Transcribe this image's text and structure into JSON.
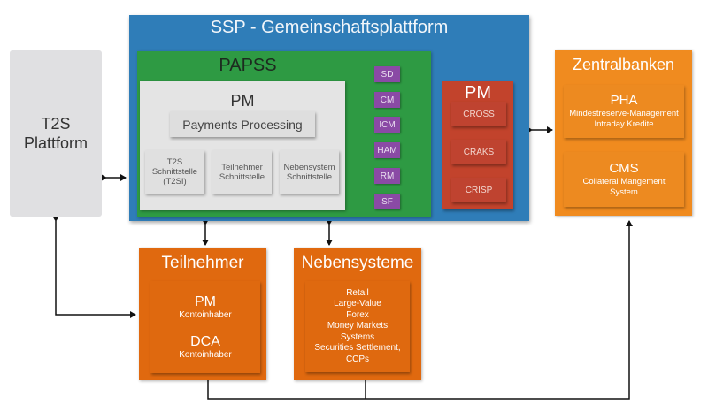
{
  "ssp": {
    "title": "SSP - Gemeinschaftsplattform",
    "papss": {
      "title": "PAPSS",
      "pm": {
        "title": "PM",
        "payments_processing": "Payments Processing",
        "interfaces": [
          {
            "lines": [
              "T2S",
              "Schnittstelle",
              "(T2SI)"
            ]
          },
          {
            "lines": [
              "Teilnehmer",
              "Schnittstelle"
            ]
          },
          {
            "lines": [
              "Nebensystem",
              "Schnittstelle"
            ]
          }
        ]
      },
      "modules": [
        "SD",
        "CM",
        "ICM",
        "HAM",
        "RM",
        "SF"
      ]
    },
    "pm_red": {
      "title": "PM",
      "items": [
        "CROSS",
        "CRAKS",
        "CRISP"
      ]
    }
  },
  "t2s": {
    "lines": [
      "T2S",
      "Plattform"
    ]
  },
  "zentralbanken": {
    "title": "Zentralbanken",
    "boxes": [
      {
        "heading": "PHA",
        "lines": [
          "Mindestreserve-Management",
          "Intraday Kredite"
        ]
      },
      {
        "heading": "CMS",
        "lines": [
          "Collateral Mangement",
          "System"
        ]
      }
    ]
  },
  "teilnehmer": {
    "title": "Teilnehmer",
    "items": [
      {
        "heading": "PM",
        "sub": "Kontoinhaber"
      },
      {
        "heading": "DCA",
        "sub": "Kontoinhaber"
      }
    ]
  },
  "nebensysteme": {
    "title": "Nebensysteme",
    "lines": [
      "Retail",
      "Large-Value",
      "Forex",
      "Money Markets",
      "Systems",
      "Securities Settlement,",
      "CCPs"
    ]
  },
  "colors": {
    "ssp_blue": "#2f7db8",
    "papss_green": "#2e9a43",
    "pm_gray": "#e4e4e4",
    "module_purple": "#8a4aa5",
    "pm_red": "#c2432c",
    "zentralbanken_orange": "#f08b1f",
    "participant_orange": "#e0690f",
    "t2s_gray": "#e0e0e2"
  }
}
